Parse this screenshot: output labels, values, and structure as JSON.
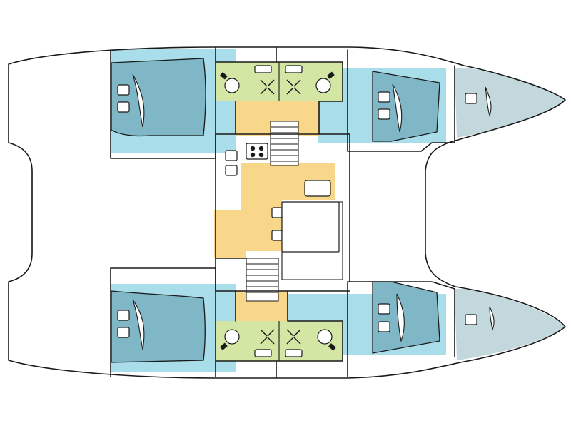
{
  "diagram": {
    "type": "catamaran-deck-plan",
    "colors": {
      "background": "#ffffff",
      "outline": "#1a1a1a",
      "cabin_floor": "#a9dde9",
      "bed": "#7fb7c6",
      "saloon_floor": "#f8d68a",
      "bathroom": "#d4e6a4",
      "bow_area": "#c3d8dc"
    },
    "areas": [
      {
        "name": "aft-port-cabin",
        "fill": "cabin"
      },
      {
        "name": "forward-port-cabin",
        "fill": "cabin"
      },
      {
        "name": "aft-starboard-cabin",
        "fill": "cabin"
      },
      {
        "name": "forward-starboard-cabin",
        "fill": "cabin"
      },
      {
        "name": "port-bathrooms",
        "fill": "bathroom"
      },
      {
        "name": "starboard-bathrooms",
        "fill": "bathroom"
      },
      {
        "name": "saloon-galley",
        "fill": "saloon"
      },
      {
        "name": "port-bow-locker",
        "fill": "bow"
      },
      {
        "name": "starboard-bow-locker",
        "fill": "bow"
      },
      {
        "name": "cockpit",
        "fill": "none"
      }
    ],
    "icons": [
      "bed-icon",
      "pillow-icon",
      "toilet-icon",
      "shower-icon",
      "stove-icon",
      "stairs-icon",
      "table-icon"
    ]
  }
}
